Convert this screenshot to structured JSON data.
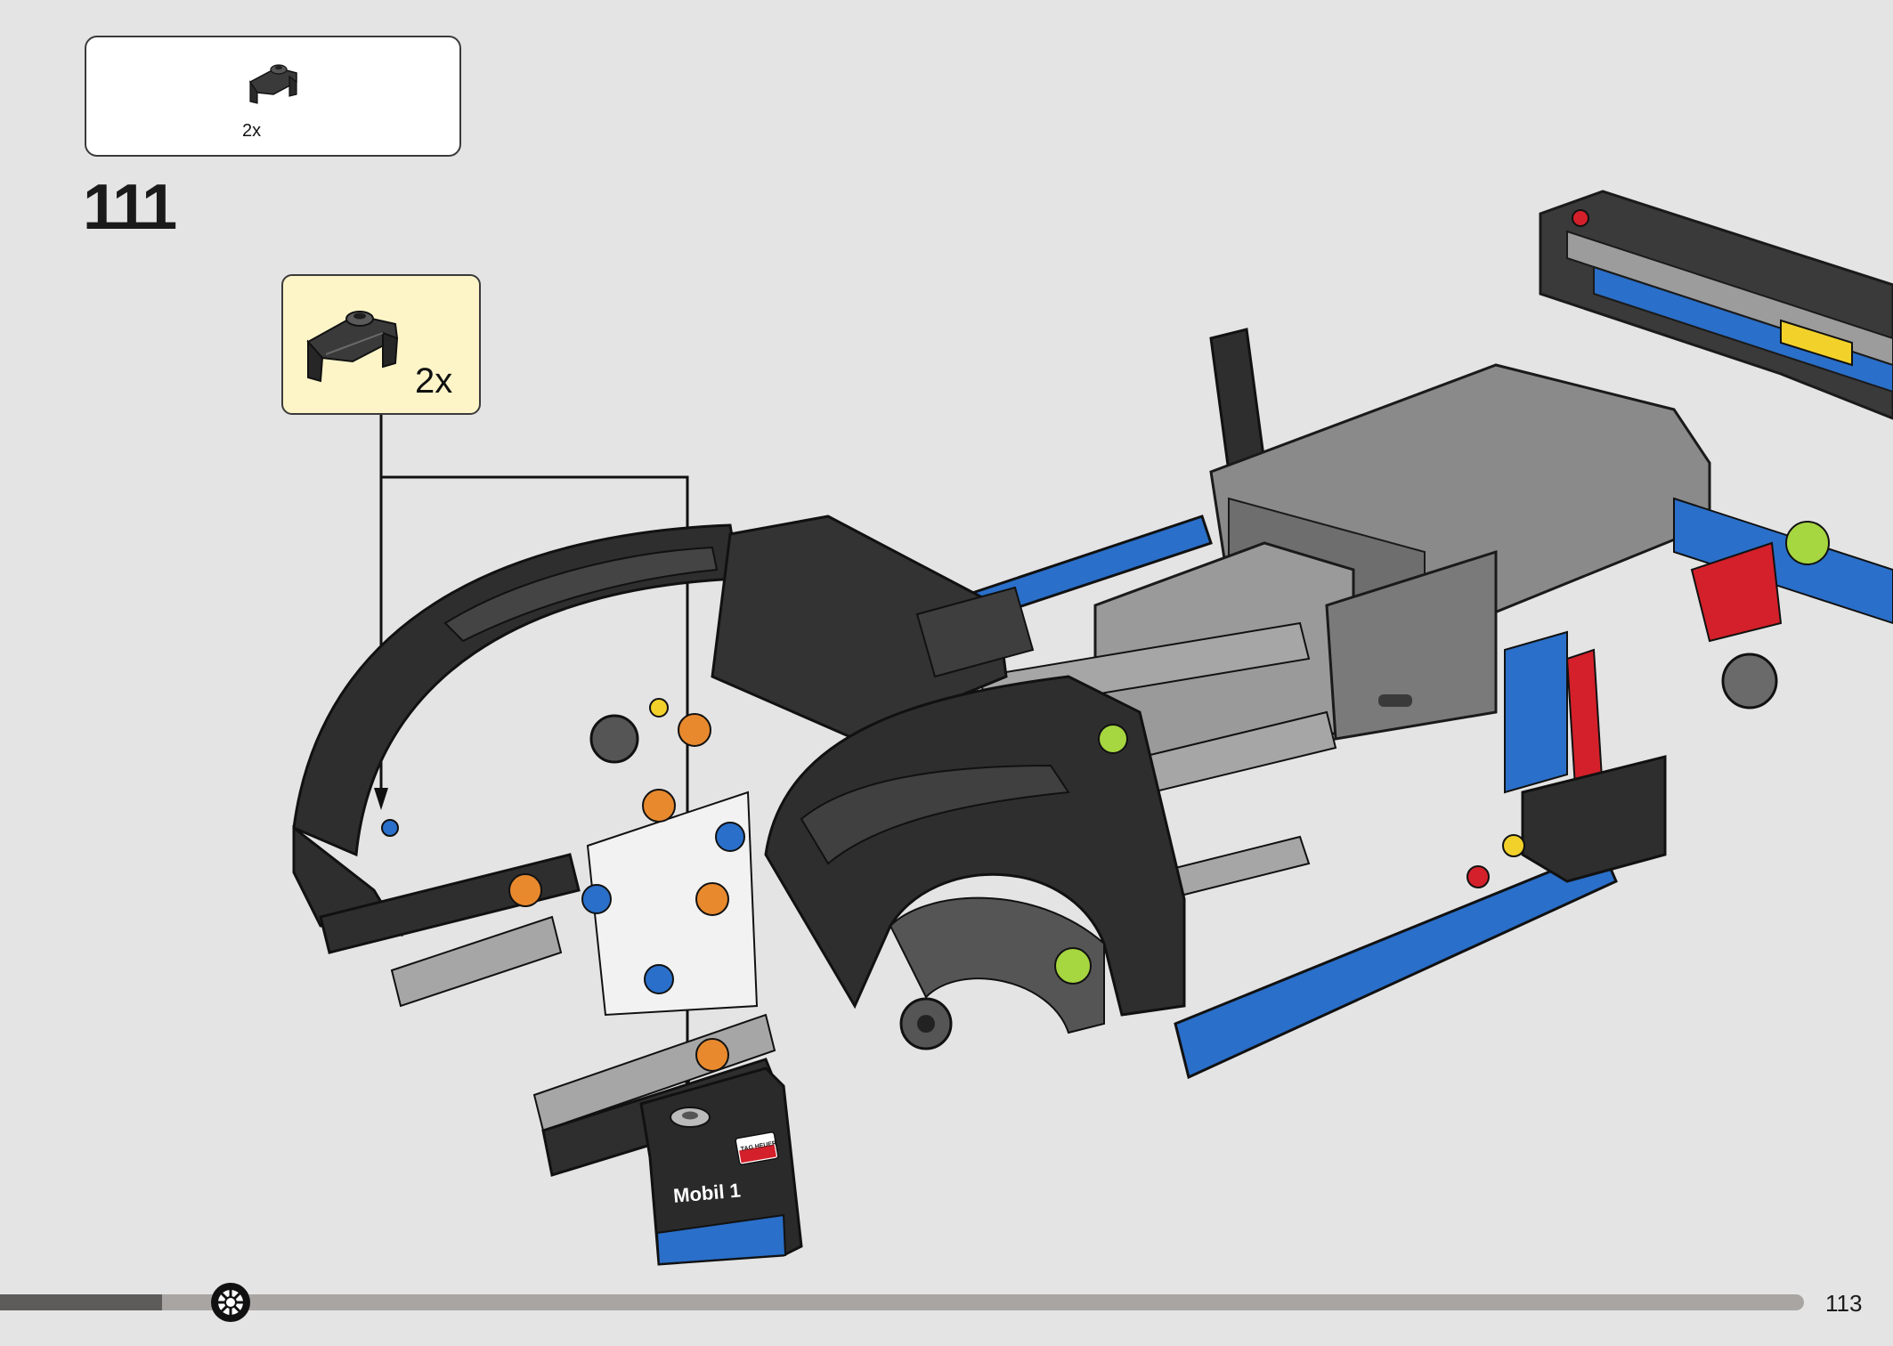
{
  "parts_box": {
    "items": [
      {
        "icon": "technic-bracket-piece-icon",
        "quantity": "2x"
      }
    ]
  },
  "step": {
    "number": "111"
  },
  "callout": {
    "icon": "technic-bracket-piece-icon",
    "quantity": "2x"
  },
  "footer": {
    "page_number": "113",
    "progress_fraction": 0.09,
    "progress_icon": "gear-icon"
  },
  "model_decals": {
    "sponsor_1": "Mobil 1",
    "sponsor_2": "TAG HEUER"
  },
  "colors": {
    "background": "#e4e4e4",
    "callout_background": "#fdf5c8",
    "progress_track": "#a8a5a2",
    "progress_fill": "#5e5c5a",
    "frame_dark": "#2e2e2e",
    "beam_blue": "#2a6fc9",
    "beam_gray": "#a6a6a6",
    "accent_red": "#d4202a",
    "accent_orange": "#e8892e",
    "accent_yellow": "#f2d22a",
    "accent_lime": "#a6d640"
  }
}
